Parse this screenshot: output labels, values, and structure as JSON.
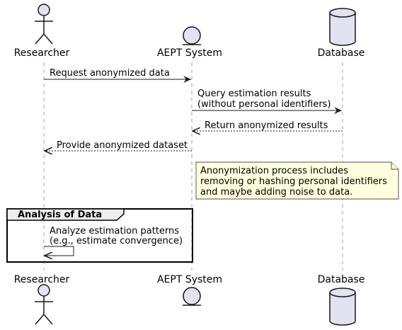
{
  "participants": [
    {
      "id": "researcher",
      "label": "Researcher",
      "kind": "actor"
    },
    {
      "id": "system",
      "label": "AEPT System",
      "kind": "entity"
    },
    {
      "id": "database",
      "label": "Database",
      "kind": "database"
    }
  ],
  "messages": [
    {
      "id": "m1",
      "from": "researcher",
      "to": "system",
      "style": "solid",
      "lines": [
        "Request anonymized data"
      ]
    },
    {
      "id": "m2",
      "from": "system",
      "to": "database",
      "style": "solid",
      "lines": [
        "Query estimation results",
        "(without personal identifiers)"
      ]
    },
    {
      "id": "m3",
      "from": "database",
      "to": "system",
      "style": "dashed",
      "lines": [
        "Return anonymized results"
      ]
    },
    {
      "id": "m4",
      "from": "system",
      "to": "researcher",
      "style": "dashed",
      "lines": [
        "Provide anonymized dataset"
      ]
    },
    {
      "id": "m5",
      "from": "researcher",
      "to": "researcher",
      "style": "solid",
      "lines": [
        "Analyze estimation patterns",
        "(e.g., estimate convergence)"
      ]
    }
  ],
  "note": {
    "lines": [
      "Anonymization process includes",
      "removing or hashing personal identifiers",
      "and maybe adding noise to data."
    ]
  },
  "group": {
    "label": "Analysis of Data"
  },
  "colors": {
    "participant_fill": "#e2e2f0",
    "participant_stroke": "#181818",
    "note_fill": "#feffdd",
    "lifeline": "#a0a0a0"
  }
}
